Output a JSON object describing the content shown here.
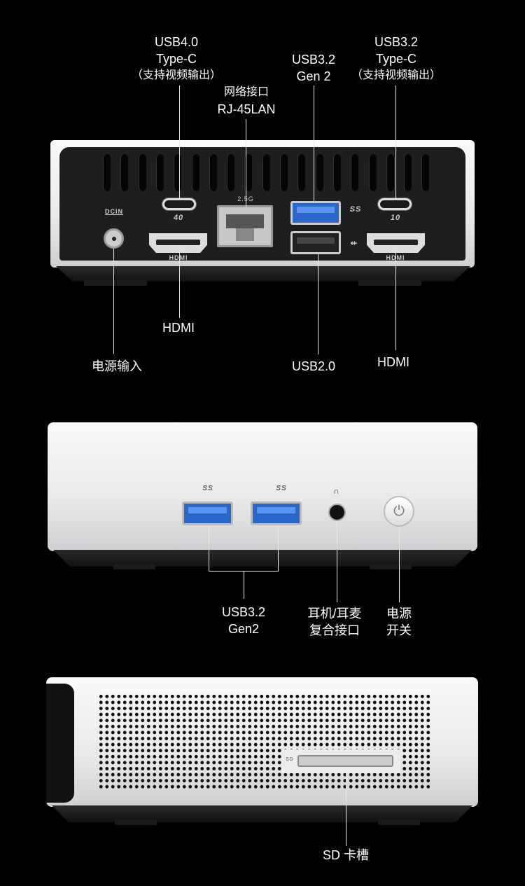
{
  "rear_panel": {
    "labels": {
      "usb4": [
        "USB4.0",
        "Type-C",
        "（支持视频输出）"
      ],
      "lan": [
        "网络接口",
        "RJ-45LAN"
      ],
      "usb32_gen2": [
        "USB3.2",
        "Gen 2"
      ],
      "usb32_typec": [
        "USB3.2",
        "Type-C",
        "（支持视频输出）"
      ],
      "hdmi_left": "HDMI",
      "power_input": "电源输入",
      "usb20": "USB2.0",
      "hdmi_right": "HDMI"
    },
    "device_text": {
      "dcin": "DCIN",
      "lan_speed": "2.5G",
      "usb4_logo": "40",
      "usbc_logo": "10",
      "ss_logo": "SS",
      "hdmi": "HDMI"
    }
  },
  "front_panel": {
    "labels": {
      "usb32": [
        "USB3.2",
        "Gen2"
      ],
      "audio": [
        "耳机/耳麦",
        "复合接口"
      ],
      "power": [
        "电源",
        "开关"
      ]
    },
    "device_text": {
      "ss_logo": "SS"
    }
  },
  "side_panel": {
    "labels": {
      "sd": "SD 卡槽"
    },
    "device_text": {
      "sd_icon": "SD"
    }
  },
  "colors": {
    "background": "#000000",
    "usb3_blue": "#2b66c9",
    "silver": "#e9e9eb"
  }
}
